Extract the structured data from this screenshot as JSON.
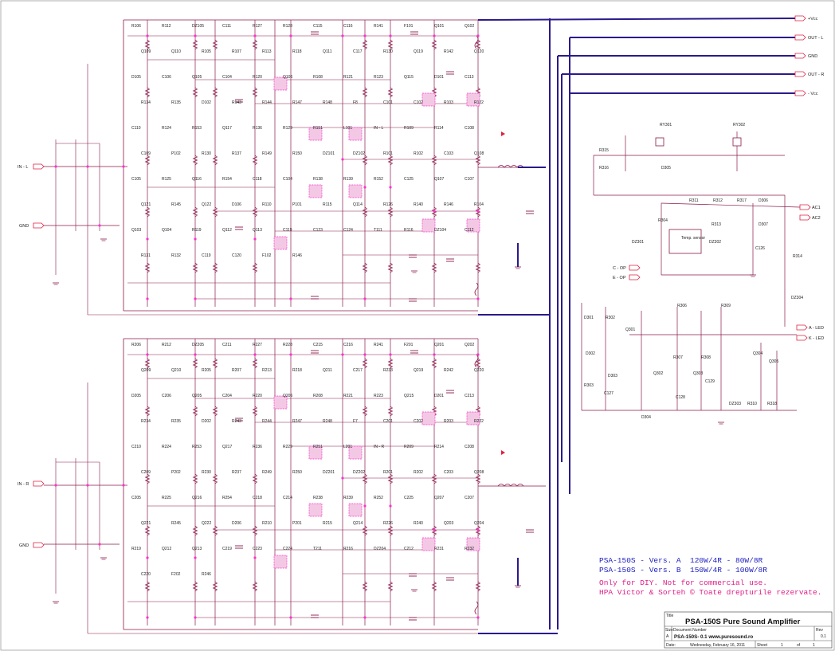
{
  "colors": {
    "wire": "#8b1a4a",
    "bus": "#2a1a8c",
    "junction": "#ff33cc",
    "note": "#2020c0",
    "note_warning": "#e0208a",
    "flag": "#e02040",
    "pad_fill": "#f3c8e4",
    "frame": "#9a9a9a"
  },
  "ports_left": [
    {
      "id": "in_l",
      "label": "IN - L"
    },
    {
      "id": "gnd_l",
      "label": "GND"
    },
    {
      "id": "in_r",
      "label": "IN - R"
    },
    {
      "id": "gnd_r",
      "label": "GND"
    }
  ],
  "ports_right": [
    {
      "id": "vcc_pos",
      "label": "+Vcc"
    },
    {
      "id": "out_l",
      "label": "OUT - L"
    },
    {
      "id": "gnd_out",
      "label": "GND"
    },
    {
      "id": "out_r",
      "label": "OUT - R"
    },
    {
      "id": "vcc_neg",
      "label": "- Vcc"
    },
    {
      "id": "ac1",
      "label": "AC1"
    },
    {
      "id": "ac2",
      "label": "AC2"
    },
    {
      "id": "a_led",
      "label": "A - LED"
    },
    {
      "id": "k_led",
      "label": "K - LED"
    },
    {
      "id": "c_op",
      "label": "C - OP"
    },
    {
      "id": "e_op",
      "label": "E - OP"
    }
  ],
  "labels_top": [
    "R106",
    "R112",
    "DZ105",
    "C111",
    "R127",
    "R128",
    "C115",
    "C116",
    "R141",
    "F101",
    "Q101",
    "Q102",
    "Q109",
    "Q110",
    "R105",
    "R107",
    "R113",
    "R118",
    "Q111",
    "C117",
    "R130",
    "Q119",
    "R142",
    "Q120",
    "D105",
    "C106",
    "Q105",
    "C104",
    "R120",
    "Q106",
    "R108",
    "R121",
    "R123",
    "Q115",
    "D101",
    "C113",
    "R134",
    "R135",
    "D102",
    "R143",
    "R144",
    "R147",
    "R148",
    "F8",
    "C101",
    "C102",
    "R103",
    "R122",
    "C110",
    "R124",
    "R153",
    "Q117",
    "R136",
    "R129",
    "R151",
    "L101",
    "IN - L",
    "R109",
    "R114",
    "C108",
    "C109",
    "P102",
    "R130",
    "R137",
    "R149",
    "R150",
    "DZ101",
    "DZ102",
    "R101",
    "R102",
    "C103",
    "Q108",
    "C105",
    "R125",
    "Q116",
    "R154",
    "C118",
    "C104",
    "R138",
    "R139",
    "R152",
    "C125",
    "Q107",
    "C107",
    "Q121",
    "R145",
    "Q122",
    "D106",
    "R110",
    "P101",
    "R115",
    "Q114",
    "R126",
    "R140",
    "R146",
    "R104",
    "Q103",
    "Q104",
    "R119",
    "Q112",
    "Q113",
    "C119",
    "C123",
    "C124",
    "T111",
    "R116",
    "DZ104",
    "C112",
    "R131",
    "R132",
    "C119",
    "C120",
    "F102",
    "R146"
  ],
  "labels_bottom": [
    "R206",
    "R212",
    "DZ205",
    "C211",
    "R227",
    "R228",
    "C215",
    "C216",
    "R241",
    "F201",
    "Q201",
    "Q202",
    "Q209",
    "Q210",
    "R205",
    "R207",
    "R213",
    "R218",
    "Q211",
    "C217",
    "R233",
    "Q219",
    "R242",
    "Q220",
    "D205",
    "C206",
    "Q205",
    "C204",
    "R220",
    "Q206",
    "R208",
    "R221",
    "R223",
    "Q215",
    "D201",
    "C213",
    "R234",
    "R235",
    "D202",
    "R243",
    "R244",
    "R247",
    "R248",
    "F7",
    "C201",
    "C202",
    "R203",
    "R222",
    "C210",
    "R224",
    "R253",
    "Q217",
    "R236",
    "R229",
    "R251",
    "L201",
    "IN - R",
    "R209",
    "R214",
    "C208",
    "C209",
    "P202",
    "R230",
    "R237",
    "R249",
    "R250",
    "DZ201",
    "DZ202",
    "R201",
    "R202",
    "C203",
    "Q208",
    "C205",
    "R225",
    "Q216",
    "R254",
    "C218",
    "C214",
    "R238",
    "R239",
    "R252",
    "C225",
    "Q207",
    "C207",
    "Q221",
    "R245",
    "Q222",
    "D206",
    "R210",
    "P201",
    "R215",
    "Q214",
    "R226",
    "R240",
    "Q203",
    "Q204",
    "R219",
    "Q212",
    "Q213",
    "C219",
    "C223",
    "C224",
    "T211",
    "R216",
    "DZ204",
    "C212",
    "R231",
    "R232",
    "C220",
    "F202",
    "R246"
  ],
  "labels_protection": [
    "RY301",
    "RY302",
    "R315",
    "R316",
    "D305",
    "R311",
    "R312",
    "R317",
    "D306",
    "R313",
    "D307",
    "R304",
    "DZ301",
    "Temp. sensor",
    "DZ302",
    "C126",
    "R314",
    "DZ304",
    "D301",
    "R302",
    "Q301",
    "R306",
    "R309",
    "D302",
    "D303",
    "R307",
    "R308",
    "Q304",
    "Q305",
    "Q302",
    "Q303",
    "C129",
    "R303",
    "C127",
    "C128",
    "DZ303",
    "R310",
    "R318",
    "D304"
  ],
  "notes": [
    "PSA-150S - Vers. A  120W/4R - 80W/8R",
    "PSA-150S - Vers. B  150W/4R - 100W/8R",
    "Only for DIY. Not for commercial use.",
    "HPA Victor & Sorteh © Toate drepturile rezervate."
  ],
  "title_block": {
    "title_caption": "Title",
    "title": "PSA-150S  Pure Sound Amplifier",
    "size_caption": "Size",
    "size_value": "A",
    "doc_caption": "Document Number",
    "doc_value": "PSA-150S- 0.1  www.puresound.ro",
    "rev_caption": "Rev",
    "rev_value": "0.1",
    "date_caption": "Date:",
    "date_value": "Wednesday, February 16, 2011",
    "sheet_caption": "Sheet",
    "sheet_value": "1",
    "of_caption": "of",
    "of_value": "1"
  }
}
